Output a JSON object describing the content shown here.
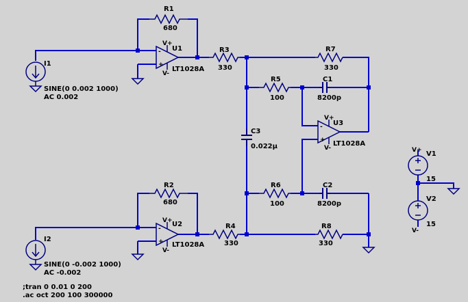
{
  "colors": {
    "wire": "#0000cc",
    "component": "#000080",
    "text": "#000000",
    "junction": "#0000cc",
    "background": "#d3d3d3"
  },
  "components": {
    "R1": {
      "ref": "R1",
      "value": "680"
    },
    "R2": {
      "ref": "R2",
      "value": "680"
    },
    "R3": {
      "ref": "R3",
      "value": "330"
    },
    "R4": {
      "ref": "R4",
      "value": "330"
    },
    "R5": {
      "ref": "R5",
      "value": "100"
    },
    "R6": {
      "ref": "R6",
      "value": "100"
    },
    "R7": {
      "ref": "R7",
      "value": "330"
    },
    "R8": {
      "ref": "R8",
      "value": "330"
    },
    "C1": {
      "ref": "C1",
      "value": "8200p"
    },
    "C2": {
      "ref": "C2",
      "value": "8200p"
    },
    "C3": {
      "ref": "C3",
      "value": "0.022µ"
    },
    "U1": {
      "ref": "U1",
      "model": "LT1028A"
    },
    "U2": {
      "ref": "U2",
      "model": "LT1028A"
    },
    "U3": {
      "ref": "U3",
      "model": "LT1028A"
    },
    "I1": {
      "ref": "I1",
      "spec1": "SINE(0 0.002 1000)",
      "spec2": "AC 0.002"
    },
    "I2": {
      "ref": "I2",
      "spec1": "SINE(0 -0.002 1000)",
      "spec2": "AC -0.002"
    },
    "V1": {
      "ref": "V1",
      "value": "15"
    },
    "V2": {
      "ref": "V2",
      "value": "15"
    }
  },
  "pins": {
    "vplus": "V+",
    "vminus": "V-",
    "plus": "+",
    "minus": "-"
  },
  "directives": {
    "tran": ";tran 0 0.01 0 200",
    "ac": ".ac oct 200 100 300000"
  }
}
